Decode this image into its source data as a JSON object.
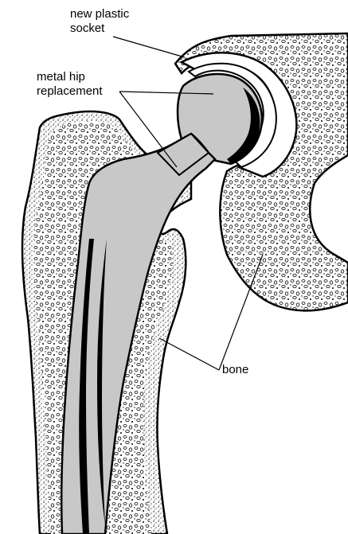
{
  "labels": {
    "socket_line1": "new plastic",
    "socket_line2": "socket",
    "metal_line1": "metal hip",
    "metal_line2": "replacement",
    "bone": "bone"
  },
  "colors": {
    "bone": "#ffffff",
    "bone_speckle": "#000000",
    "implant_metal": "#c8c8c8",
    "outline": "#000000",
    "background": "#ffffff"
  }
}
